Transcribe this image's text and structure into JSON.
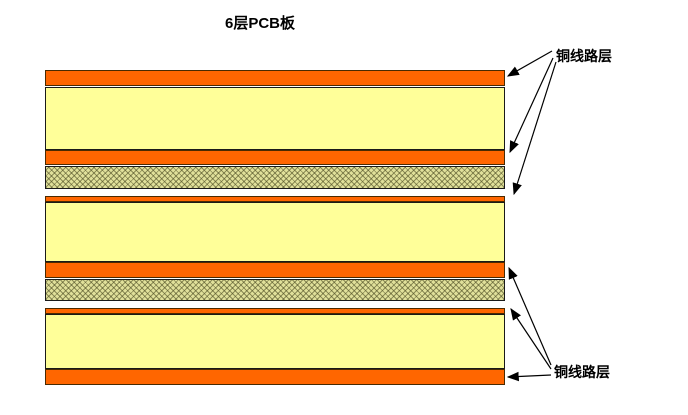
{
  "title": "6层PCB板",
  "annotations": {
    "top_label": "铜线路层",
    "bottom_label": "铜线路层"
  },
  "colors": {
    "copper": "#FF6600",
    "core": "#FFFF99",
    "prepreg": "#E0E09A",
    "outline": "#1A1A1A"
  },
  "diagram": {
    "type": "pcb-stackup",
    "layer_count_label": "6",
    "layers": [
      {
        "index": 1,
        "type": "copper",
        "name": "copper-layer-1"
      },
      {
        "index": 2,
        "type": "core",
        "name": "core-1"
      },
      {
        "index": 3,
        "type": "copper",
        "name": "copper-layer-2"
      },
      {
        "index": 4,
        "type": "prepreg",
        "name": "prepreg-1"
      },
      {
        "index": 5,
        "type": "copper",
        "name": "copper-layer-3"
      },
      {
        "index": 6,
        "type": "core",
        "name": "core-2"
      },
      {
        "index": 7,
        "type": "copper",
        "name": "copper-layer-4"
      },
      {
        "index": 8,
        "type": "prepreg",
        "name": "prepreg-2"
      },
      {
        "index": 9,
        "type": "copper",
        "name": "copper-layer-5"
      },
      {
        "index": 10,
        "type": "core",
        "name": "core-3"
      },
      {
        "index": 11,
        "type": "copper",
        "name": "copper-layer-6"
      }
    ]
  }
}
